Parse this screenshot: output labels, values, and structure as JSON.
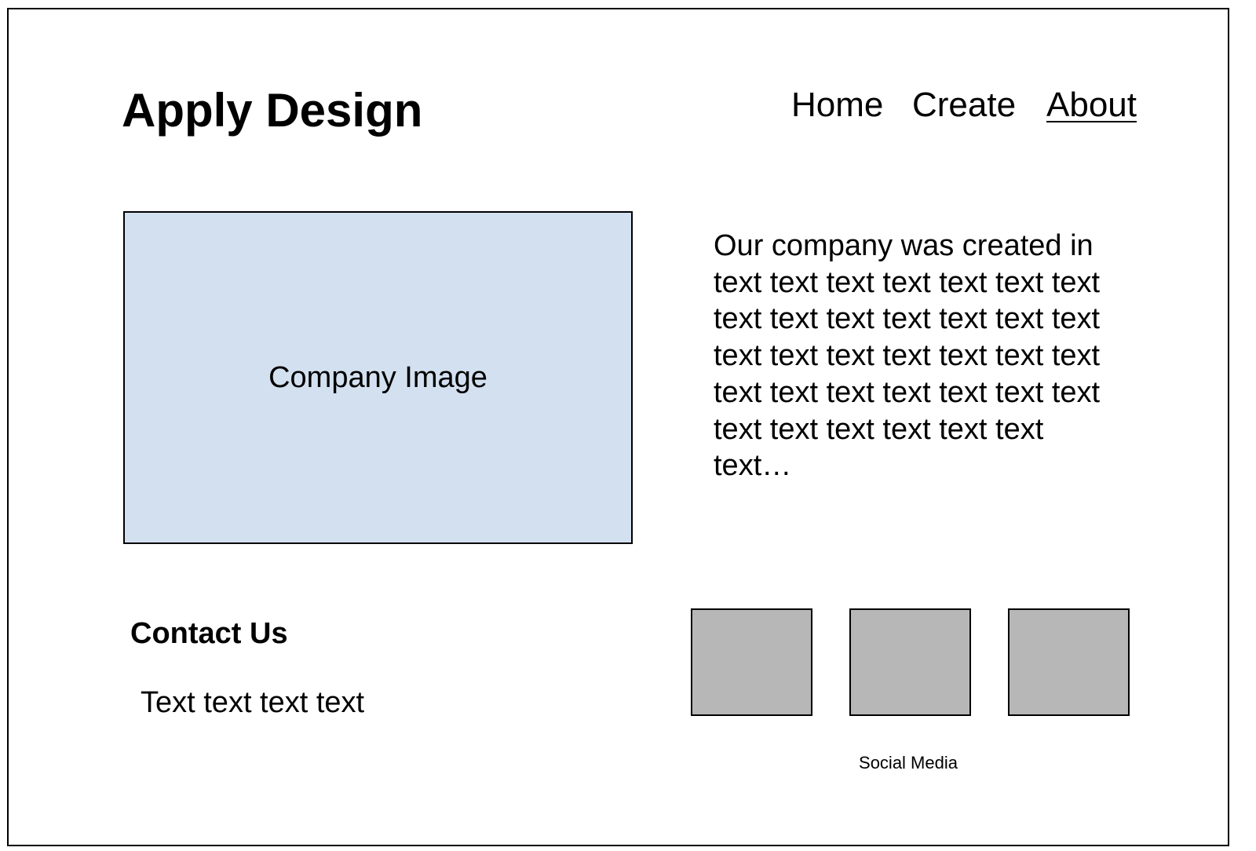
{
  "brand": {
    "title": "Apply Design"
  },
  "nav": {
    "items": [
      {
        "label": "Home",
        "active": false
      },
      {
        "label": "Create",
        "active": false
      },
      {
        "label": "About",
        "active": true
      }
    ]
  },
  "company_image": {
    "label": "Company Image",
    "background": "#d3e0f0"
  },
  "about": {
    "text": "Our company was created in\ntext text text text text text text\ntext text text text text text text\ntext text text text text text text\ntext text text text text text text\ntext text text text text text\ntext…"
  },
  "contact": {
    "title": "Contact Us",
    "text": "Text text text text"
  },
  "social": {
    "label": "Social Media",
    "icons": [
      {
        "name": "social-media-icon-1",
        "fill": "#b7b7b7"
      },
      {
        "name": "social-media-icon-2",
        "fill": "#b7b7b7"
      },
      {
        "name": "social-media-icon-3",
        "fill": "#b7b7b7"
      }
    ]
  }
}
